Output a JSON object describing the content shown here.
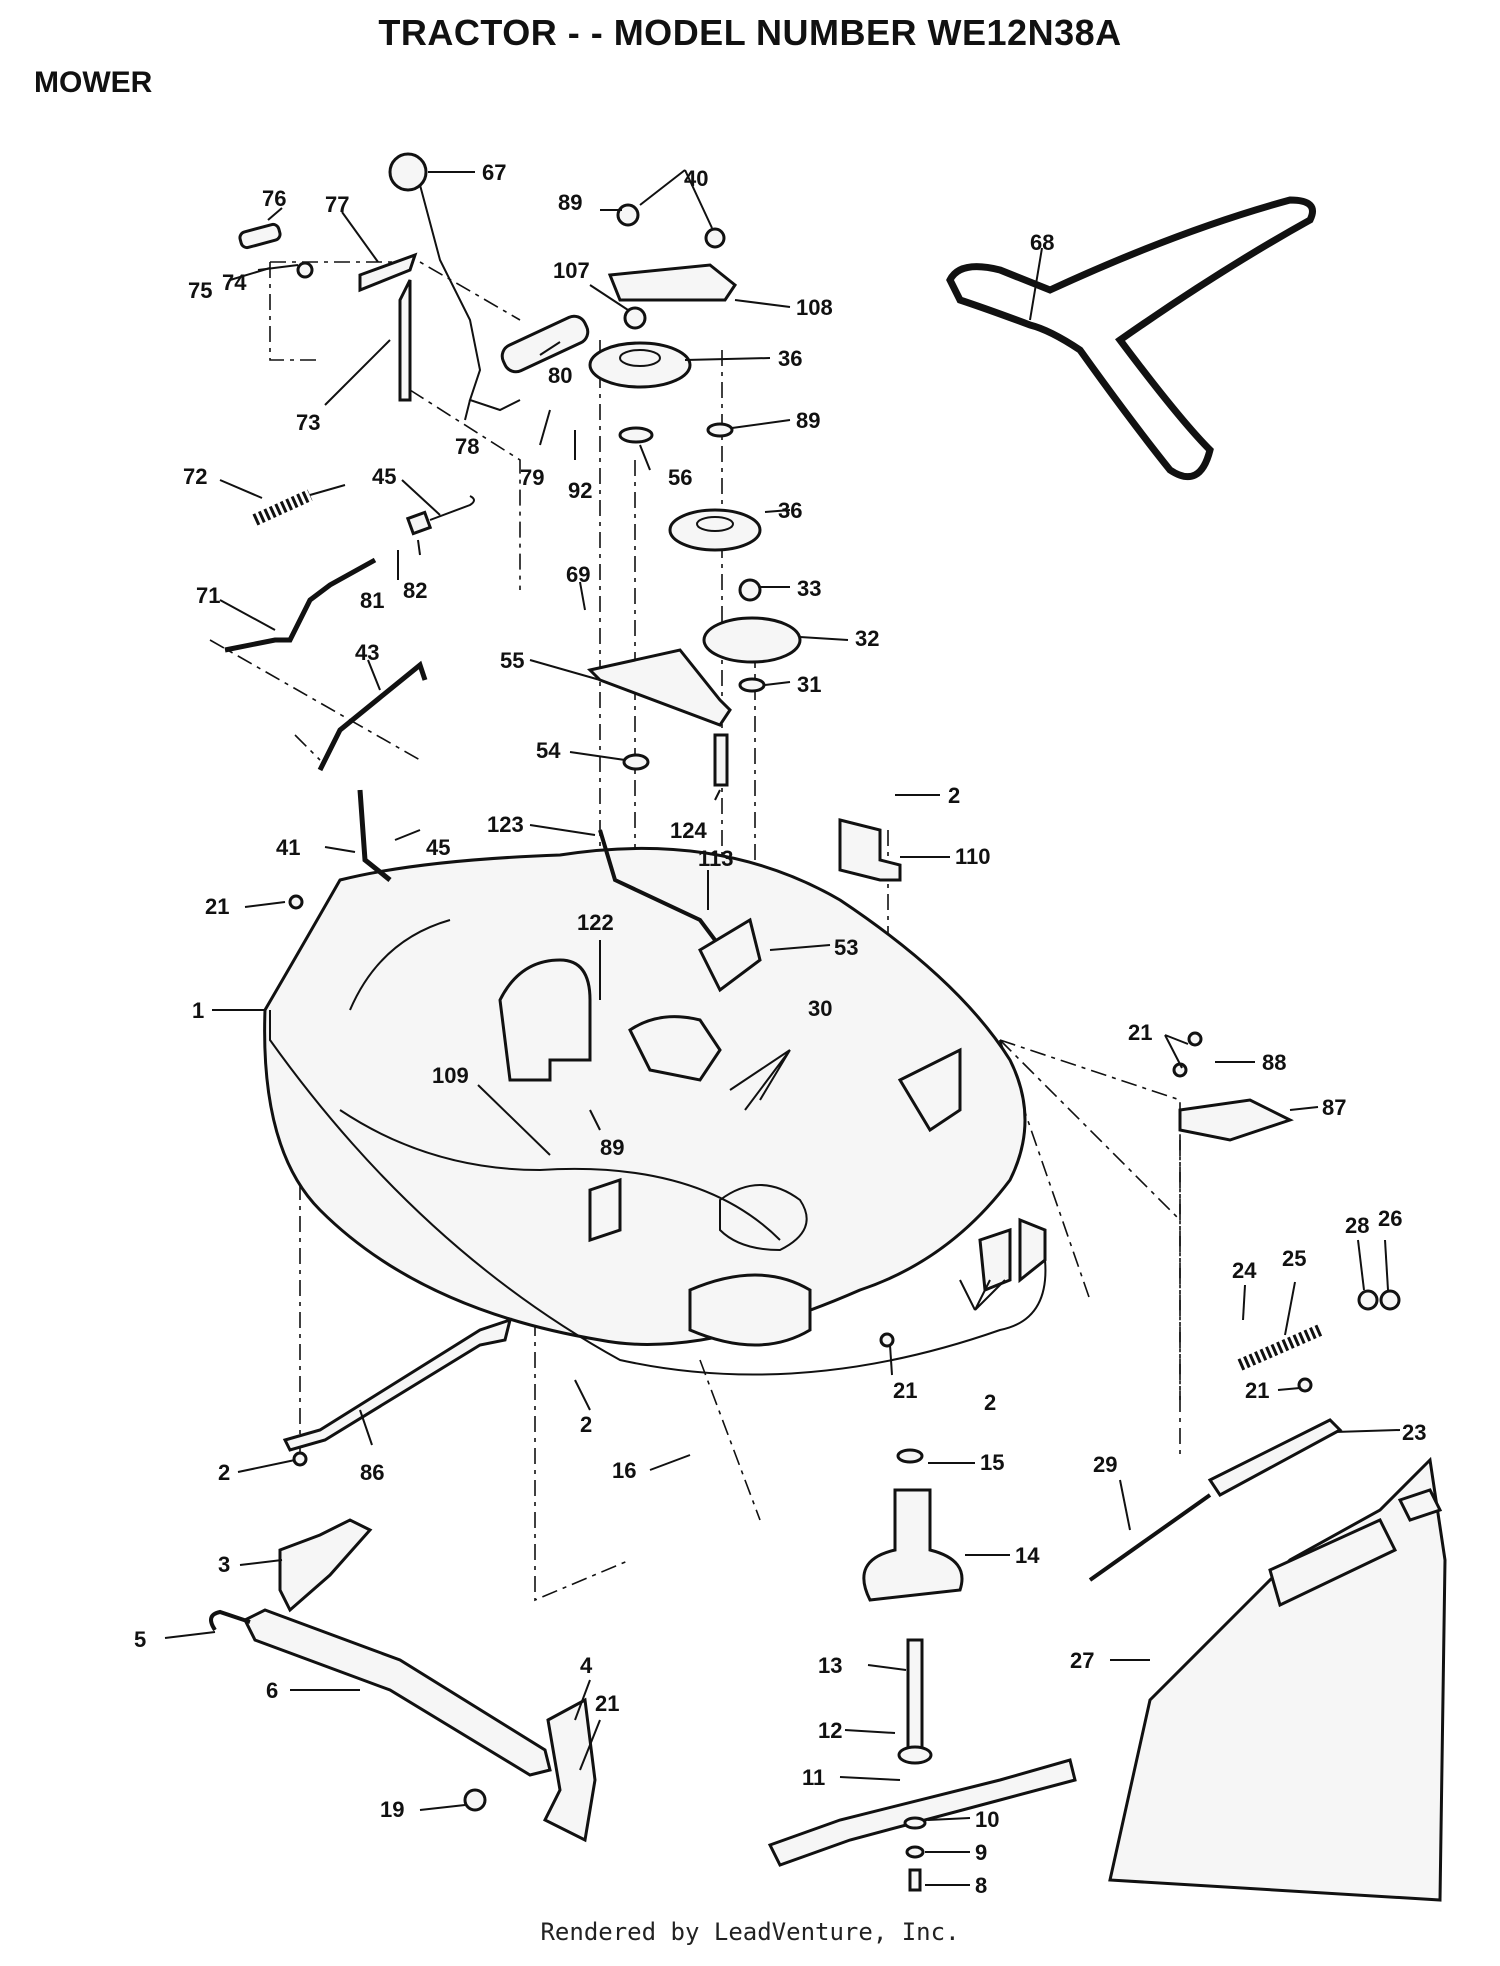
{
  "title": "TRACTOR - - MODEL NUMBER WE12N38A",
  "section": "MOWER",
  "footer": "Rendered by LeadVenture, Inc.",
  "callouts": [
    {
      "id": "lbl-67",
      "text": "67"
    },
    {
      "id": "lbl-40",
      "text": "40"
    },
    {
      "id": "lbl-76",
      "text": "76"
    },
    {
      "id": "lbl-77",
      "text": "77"
    },
    {
      "id": "lbl-89a",
      "text": "89"
    },
    {
      "id": "lbl-68",
      "text": "68"
    },
    {
      "id": "lbl-107",
      "text": "107"
    },
    {
      "id": "lbl-108",
      "text": "108"
    },
    {
      "id": "lbl-75",
      "text": "75"
    },
    {
      "id": "lbl-74",
      "text": "74"
    },
    {
      "id": "lbl-36a",
      "text": "36"
    },
    {
      "id": "lbl-80",
      "text": "80"
    },
    {
      "id": "lbl-73",
      "text": "73"
    },
    {
      "id": "lbl-89b",
      "text": "89"
    },
    {
      "id": "lbl-78",
      "text": "78"
    },
    {
      "id": "lbl-79",
      "text": "79"
    },
    {
      "id": "lbl-56",
      "text": "56"
    },
    {
      "id": "lbl-92",
      "text": "92"
    },
    {
      "id": "lbl-72",
      "text": "72"
    },
    {
      "id": "lbl-45a",
      "text": "45"
    },
    {
      "id": "lbl-36b",
      "text": "36"
    },
    {
      "id": "lbl-81",
      "text": "81"
    },
    {
      "id": "lbl-82",
      "text": "82"
    },
    {
      "id": "lbl-69",
      "text": "69"
    },
    {
      "id": "lbl-33",
      "text": "33"
    },
    {
      "id": "lbl-71",
      "text": "71"
    },
    {
      "id": "lbl-32",
      "text": "32"
    },
    {
      "id": "lbl-43",
      "text": "43"
    },
    {
      "id": "lbl-55",
      "text": "55"
    },
    {
      "id": "lbl-31",
      "text": "31"
    },
    {
      "id": "lbl-54",
      "text": "54"
    },
    {
      "id": "lbl-2a",
      "text": "2"
    },
    {
      "id": "lbl-124",
      "text": "124"
    },
    {
      "id": "lbl-123",
      "text": "123"
    },
    {
      "id": "lbl-45b",
      "text": "45"
    },
    {
      "id": "lbl-110",
      "text": "110"
    },
    {
      "id": "lbl-113",
      "text": "113"
    },
    {
      "id": "lbl-41",
      "text": "41"
    },
    {
      "id": "lbl-21a",
      "text": "21"
    },
    {
      "id": "lbl-122",
      "text": "122"
    },
    {
      "id": "lbl-53",
      "text": "53"
    },
    {
      "id": "lbl-30",
      "text": "30"
    },
    {
      "id": "lbl-1",
      "text": "1"
    },
    {
      "id": "lbl-21b",
      "text": "21"
    },
    {
      "id": "lbl-88",
      "text": "88"
    },
    {
      "id": "lbl-109",
      "text": "109"
    },
    {
      "id": "lbl-87",
      "text": "87"
    },
    {
      "id": "lbl-89c",
      "text": "89"
    },
    {
      "id": "lbl-28",
      "text": "28"
    },
    {
      "id": "lbl-26",
      "text": "26"
    },
    {
      "id": "lbl-24",
      "text": "24"
    },
    {
      "id": "lbl-25",
      "text": "25"
    },
    {
      "id": "lbl-21c",
      "text": "21"
    },
    {
      "id": "lbl-2b",
      "text": "2"
    },
    {
      "id": "lbl-21d",
      "text": "21"
    },
    {
      "id": "lbl-2c",
      "text": "2"
    },
    {
      "id": "lbl-23",
      "text": "23"
    },
    {
      "id": "lbl-2d",
      "text": "2"
    },
    {
      "id": "lbl-86",
      "text": "86"
    },
    {
      "id": "lbl-16",
      "text": "16"
    },
    {
      "id": "lbl-15",
      "text": "15"
    },
    {
      "id": "lbl-29",
      "text": "29"
    },
    {
      "id": "lbl-14",
      "text": "14"
    },
    {
      "id": "lbl-3",
      "text": "3"
    },
    {
      "id": "lbl-5",
      "text": "5"
    },
    {
      "id": "lbl-6",
      "text": "6"
    },
    {
      "id": "lbl-4",
      "text": "4"
    },
    {
      "id": "lbl-27",
      "text": "27"
    },
    {
      "id": "lbl-13",
      "text": "13"
    },
    {
      "id": "lbl-21e",
      "text": "21"
    },
    {
      "id": "lbl-12",
      "text": "12"
    },
    {
      "id": "lbl-11",
      "text": "11"
    },
    {
      "id": "lbl-19",
      "text": "19"
    },
    {
      "id": "lbl-10",
      "text": "10"
    },
    {
      "id": "lbl-9",
      "text": "9"
    },
    {
      "id": "lbl-8",
      "text": "8"
    }
  ]
}
